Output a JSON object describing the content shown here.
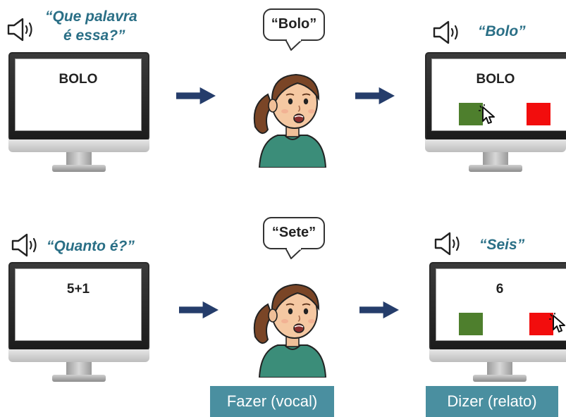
{
  "rows": [
    {
      "prompt_line1": "“Que palavra",
      "prompt_line2": "é essa?”",
      "screen_text": "BOLO",
      "speech": "“Bolo”",
      "feedback_prompt": "“Bolo”",
      "feedback_screen_text": "BOLO",
      "selected_choice": "green"
    },
    {
      "prompt_line1": "“Quanto é?”",
      "screen_text": "5+1",
      "speech": "“Sete”",
      "feedback_prompt": "“Seis”",
      "feedback_screen_text": "6",
      "selected_choice": "red"
    }
  ],
  "captions": {
    "fazer": "Fazer (vocal)",
    "dizer": "Dizer (relato)"
  },
  "colors": {
    "prompt_text": "#2a6f86",
    "arrow": "#253d6b",
    "choice_green": "#4e7f2d",
    "choice_red": "#f20d0d",
    "caption_bg": "#4a8fa0"
  },
  "icons": {
    "audio": "speaker-icon",
    "flow": "arrow-right-icon",
    "pointer": "mouse-cursor-icon"
  }
}
